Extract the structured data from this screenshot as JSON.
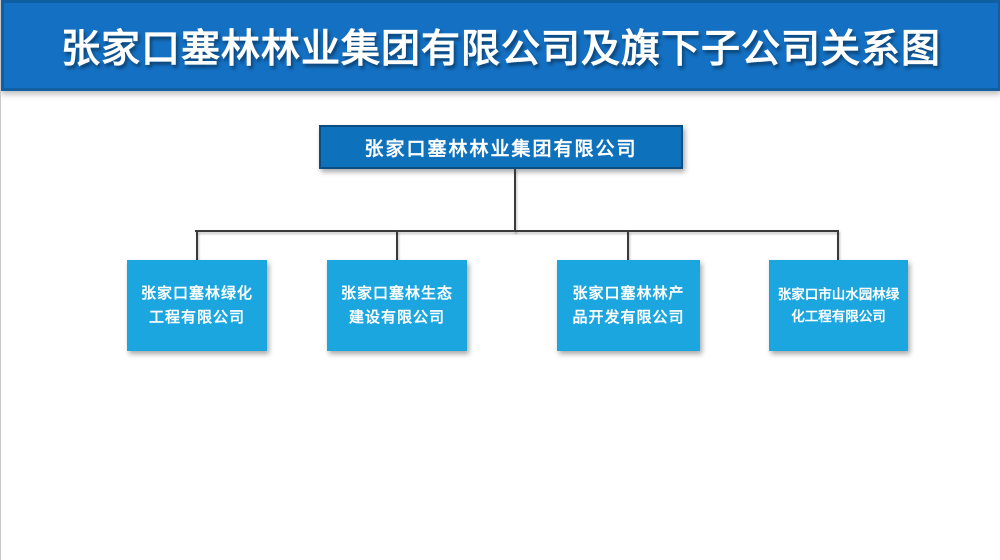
{
  "header": {
    "title": "张家口塞林林业集团有限公司及旗下子公司关系图"
  },
  "org_chart": {
    "root": {
      "name": "张家口塞林林业集团有限公司"
    },
    "children": [
      {
        "name": "张家口塞林绿化工程有限公司",
        "line1": "张家口塞林绿化",
        "line2": "工程有限公司"
      },
      {
        "name": "张家口塞林生态建设有限公司",
        "line1": "张家口塞林生态",
        "line2": "建设有限公司"
      },
      {
        "name": "张家口塞林林产品开发有限公司",
        "line1": "张家口塞林林产",
        "line2": "品开发有限公司"
      },
      {
        "name": "张家口市山水园林绿化工程有限公司",
        "line1": "张家口市山水园林绿",
        "line2": "化工程有限公司"
      }
    ]
  },
  "colors": {
    "header_bg": "#1470C2",
    "header_border": "#0F5FA2",
    "root_box_bg": "#0E71BC",
    "child_box_bg": "#1CA6DF",
    "connector": "#3A3A3A",
    "text": "#FFFFFF",
    "background": "#FFFFFF"
  }
}
